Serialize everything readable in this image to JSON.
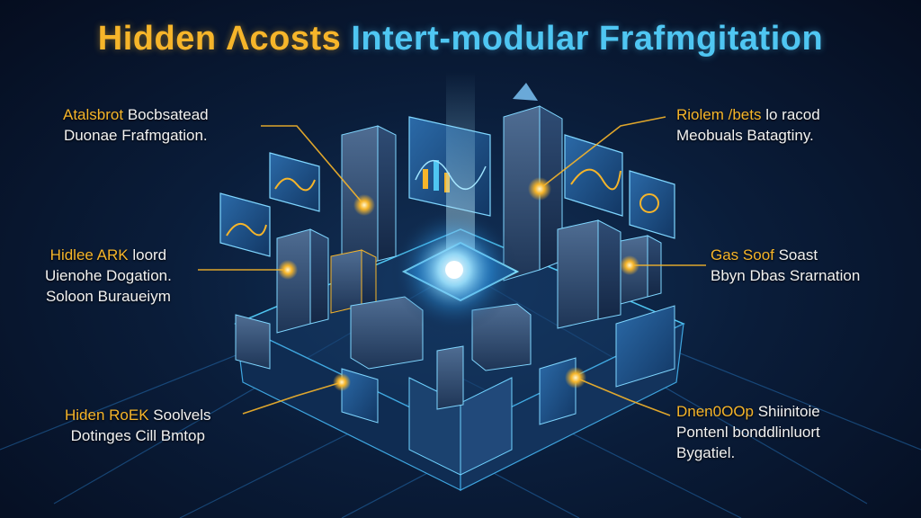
{
  "title": {
    "part1": "Hidden Λcosts",
    "part2": "Intert-modular Frafmgitation"
  },
  "callouts": [
    {
      "highlight": "Atalsbrot",
      "line1_rest": " Bocbsatead",
      "lines": [
        "Duonae Frafmgation."
      ]
    },
    {
      "highlight": "Hidlee ARK",
      "line1_rest": " loord",
      "lines": [
        "Uienohe Dogation.",
        "Soloon Buraueiym"
      ]
    },
    {
      "highlight": "Hiden RoEK",
      "line1_rest": " Soolvels",
      "lines": [
        "Dotinges Cill Bmtop"
      ]
    },
    {
      "highlight": "Riolem /bets",
      "line1_rest": " lo racod",
      "lines": [
        "Meobuals Batagtiny."
      ]
    },
    {
      "highlight": "Gas Soof",
      "line1_rest": " Soast",
      "lines": [
        "Bbyn Dbas Srarnation"
      ]
    },
    {
      "highlight": "Dnen0OOp",
      "line1_rest": " Shiinitoie",
      "lines": [
        "Pontenl bonddlinluort",
        "Bygatiel."
      ]
    }
  ],
  "colors": {
    "accent_gold": "#f6b52a",
    "accent_blue": "#4fc6f2",
    "background": "#0a1d3a"
  }
}
